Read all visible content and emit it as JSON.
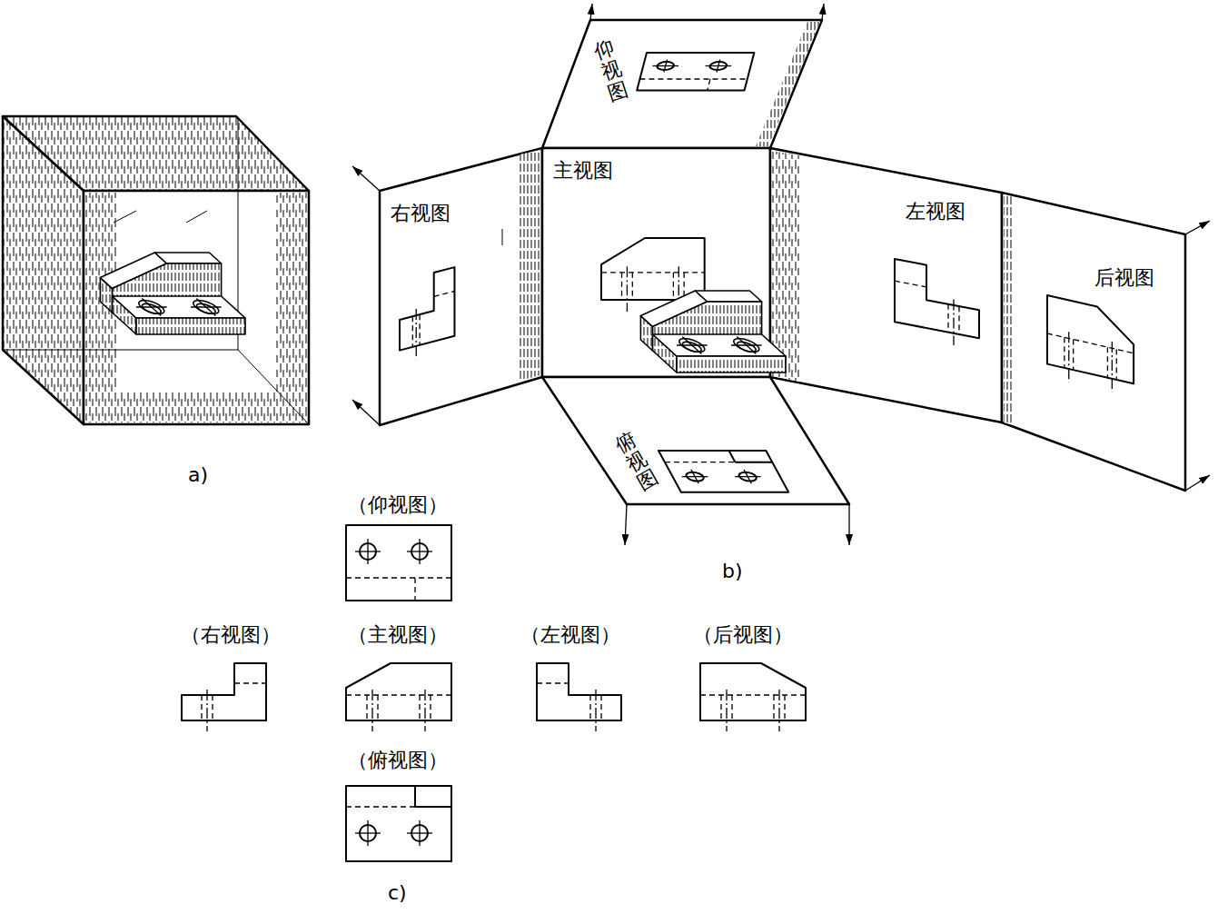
{
  "diagram": {
    "labels": [
      "a)",
      "b)",
      "c)",
      "仰视图",
      "主视图",
      "右视图",
      "左视图",
      "后视图",
      "俯视图",
      "（仰视图）",
      "（右视图）",
      "（主视图）",
      "（左视图）",
      "（后视图）",
      "（俯视图）"
    ]
  }
}
